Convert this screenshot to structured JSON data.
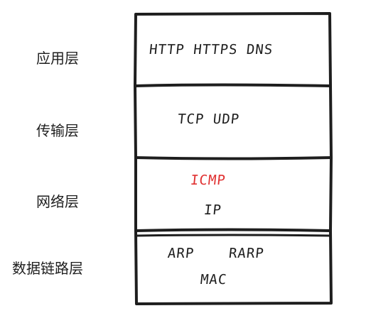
{
  "colors": {
    "stroke": "#1e1e1e",
    "highlight": "#e03131",
    "background": "#ffffff"
  },
  "layers": [
    {
      "label": "应用层",
      "protocols": [
        "HTTP HTTPS DNS"
      ]
    },
    {
      "label": "传输层",
      "protocols": [
        "TCP UDP"
      ]
    },
    {
      "label": "网络层",
      "protocols": [
        "ICMP",
        "IP"
      ],
      "highlighted": [
        "ICMP"
      ]
    },
    {
      "label": "数据链路层",
      "protocols": [
        "ARP",
        "RARP",
        "MAC"
      ]
    }
  ]
}
